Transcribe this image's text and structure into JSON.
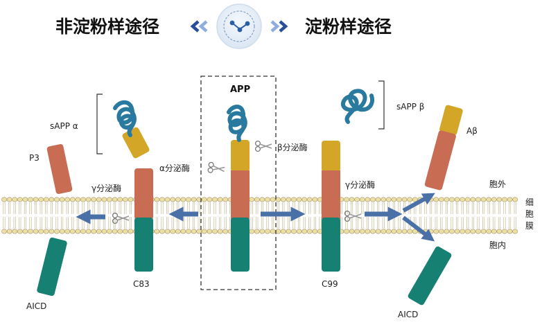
{
  "header": {
    "left_title": "非淀粉样途径",
    "right_title": "淀粉样途径",
    "center_icon": "network-share-icon"
  },
  "labels": {
    "app": "APP",
    "sapp_alpha": "sAPP α",
    "sapp_beta": "sAPP β",
    "p3": "P3",
    "aicd_left": "AICD",
    "aicd_right": "AICD",
    "c83": "C83",
    "c99": "C99",
    "abeta": "Aβ",
    "alpha_secretase": "α分泌酶",
    "beta_secretase": "β分泌酶",
    "gamma_secretase_left": "γ分泌酶",
    "gamma_secretase_right": "γ分泌酶",
    "extracellular": "胞外",
    "intracellular": "胞内",
    "membrane": [
      "细",
      "胞",
      "膜"
    ]
  },
  "colors": {
    "helix": "#2a7aa0",
    "yellow": "#d4a628",
    "salmon": "#c86c54",
    "teal": "#168073",
    "arrow": "#4a70a8",
    "lipid_head": "#eedfa5",
    "title_chevron": "#2a4f9a"
  }
}
